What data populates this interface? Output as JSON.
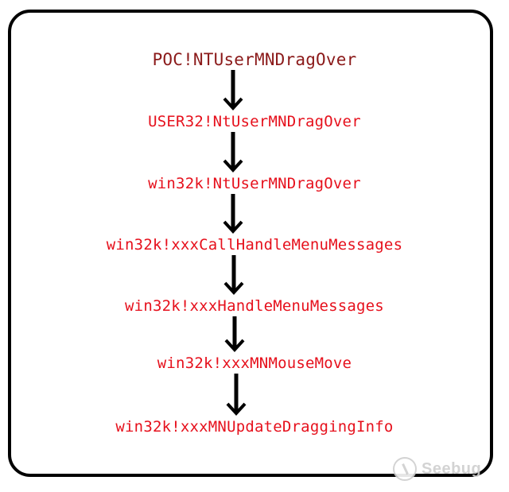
{
  "diagram": {
    "nodes": [
      {
        "label": "POC!NTUserMNDragOver",
        "role": "root"
      },
      {
        "label": "USER32!NtUserMNDragOver",
        "role": "call"
      },
      {
        "label": "win32k!NtUserMNDragOver",
        "role": "call"
      },
      {
        "label": "win32k!xxxCallHandleMenuMessages",
        "role": "call"
      },
      {
        "label": "win32k!xxxHandleMenuMessages",
        "role": "call"
      },
      {
        "label": "win32k!xxxMNMouseMove",
        "role": "call"
      },
      {
        "label": "win32k!xxxMNUpdateDraggingInfo",
        "role": "call"
      }
    ],
    "edges": [
      {
        "from": 0,
        "to": 1
      },
      {
        "from": 1,
        "to": 2
      },
      {
        "from": 2,
        "to": 3
      },
      {
        "from": 3,
        "to": 4
      },
      {
        "from": 4,
        "to": 5
      },
      {
        "from": 5,
        "to": 6
      }
    ],
    "colors": {
      "root_text": "#8b1a1a",
      "call_text": "#e6101c",
      "arrow": "#000000",
      "frame": "#000000"
    }
  },
  "watermark": {
    "text": "Seebug",
    "icon": "seebug-logo-icon"
  }
}
